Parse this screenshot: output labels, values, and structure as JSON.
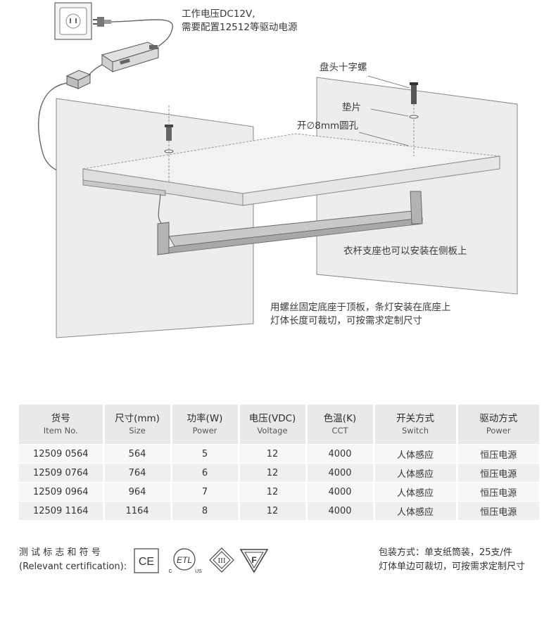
{
  "notes": {
    "voltage_line1": "工作电压DC12V,",
    "voltage_line2": "需要配置12512等驱动电源",
    "screw": "盘头十字螺",
    "washer": "垫片",
    "hole": "开∅8mm圆孔",
    "side_mount": "衣杆支座也可以安装在侧板上",
    "fix_line1": "用螺丝固定底座于顶板，条灯安装在底座上",
    "fix_line2": "灯体长度可裁切，可按需求定制尺寸"
  },
  "table": {
    "headers": [
      {
        "zh": "货号",
        "en": "Item No."
      },
      {
        "zh": "尺寸(mm)",
        "en": "Size"
      },
      {
        "zh": "功率(W)",
        "en": "Power"
      },
      {
        "zh": "电压(VDC)",
        "en": "Voltage"
      },
      {
        "zh": "色温(K)",
        "en": "CCT"
      },
      {
        "zh": "开关方式",
        "en": "Switch"
      },
      {
        "zh": "驱动方式",
        "en": "Power"
      }
    ],
    "rows": [
      [
        "12509 0564",
        "564",
        "5",
        "12",
        "4000",
        "人体感应",
        "恒压电源"
      ],
      [
        "12509 0764",
        "764",
        "6",
        "12",
        "4000",
        "人体感应",
        "恒压电源"
      ],
      [
        "12509 0964",
        "964",
        "7",
        "12",
        "4000",
        "人体感应",
        "恒压电源"
      ],
      [
        "12509 1164",
        "1164",
        "8",
        "12",
        "4000",
        "人体感应",
        "恒压电源"
      ]
    ]
  },
  "certification": {
    "label_zh": "测 试 标 志 和 符 号",
    "label_en": "(Relevant certification):",
    "logos": [
      "ce-mark-icon",
      "etl-listed-icon",
      "class-iii-icon",
      "f-mark-icon"
    ],
    "logo_text": {
      "ce": "CE",
      "etl": "ETL",
      "etl_left": "C",
      "etl_right": "US",
      "class3": "III",
      "f": "F"
    }
  },
  "packaging": {
    "line1": "包装方式：单支纸筒装，25支/件",
    "line2": "灯体单边可裁切，可按需求定制尺寸"
  }
}
